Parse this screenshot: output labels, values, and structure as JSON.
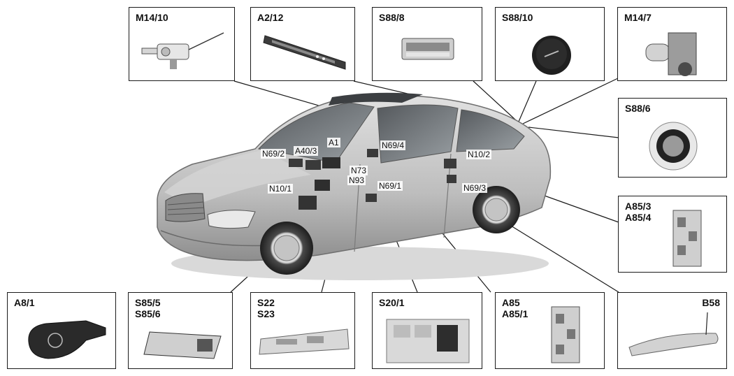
{
  "components": {
    "m14_10": "M14/10",
    "a2_12": "A2/12",
    "s88_8": "S88/8",
    "s88_10": "S88/10",
    "m14_7": "M14/7",
    "s88_6": "S88/6",
    "a85_3": "A85/3\nA85/4",
    "b58": "B58",
    "a85": "A85\nA85/1",
    "s20_1": "S20/1",
    "s22": "S22\nS23",
    "s85_5": "S85/5\nS85/6",
    "a8_1": "A8/1"
  },
  "car_labels": {
    "n69_2": "N69/2",
    "a40_3": "A40/3",
    "a1": "A1",
    "n69_4": "N69/4",
    "n73": "N73",
    "n93": "N93",
    "n10_1": "N10/1",
    "n69_1": "N69/1",
    "n10_2": "N10/2",
    "n69_3": "N69/3"
  },
  "colors": {
    "border": "#1a1a1a",
    "car_body": "#c9c9c9",
    "glass": "#6f757a"
  }
}
